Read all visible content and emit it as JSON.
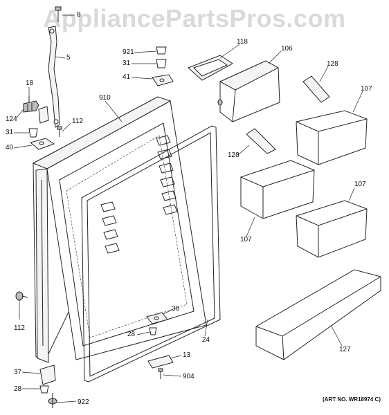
{
  "watermark": "AppliancePartsPros.com",
  "art_number": "(ART NO. WR18974 C)",
  "callouts": {
    "c8": "8",
    "c5": "5",
    "c18": "18",
    "c124": "124",
    "c31a": "31",
    "c40": "40",
    "c112a": "112",
    "c921": "921",
    "c31b": "31",
    "c41": "41",
    "c910": "910",
    "c118": "118",
    "c106": "106",
    "c128a": "128",
    "c107a": "107",
    "c128b": "128",
    "c107b": "107",
    "c107c": "107",
    "c112b": "112",
    "c36": "36",
    "c28a": "28",
    "c24": "24",
    "c13": "13",
    "c904": "904",
    "c37": "37",
    "c28b": "28",
    "c922": "922",
    "c127": "127"
  }
}
